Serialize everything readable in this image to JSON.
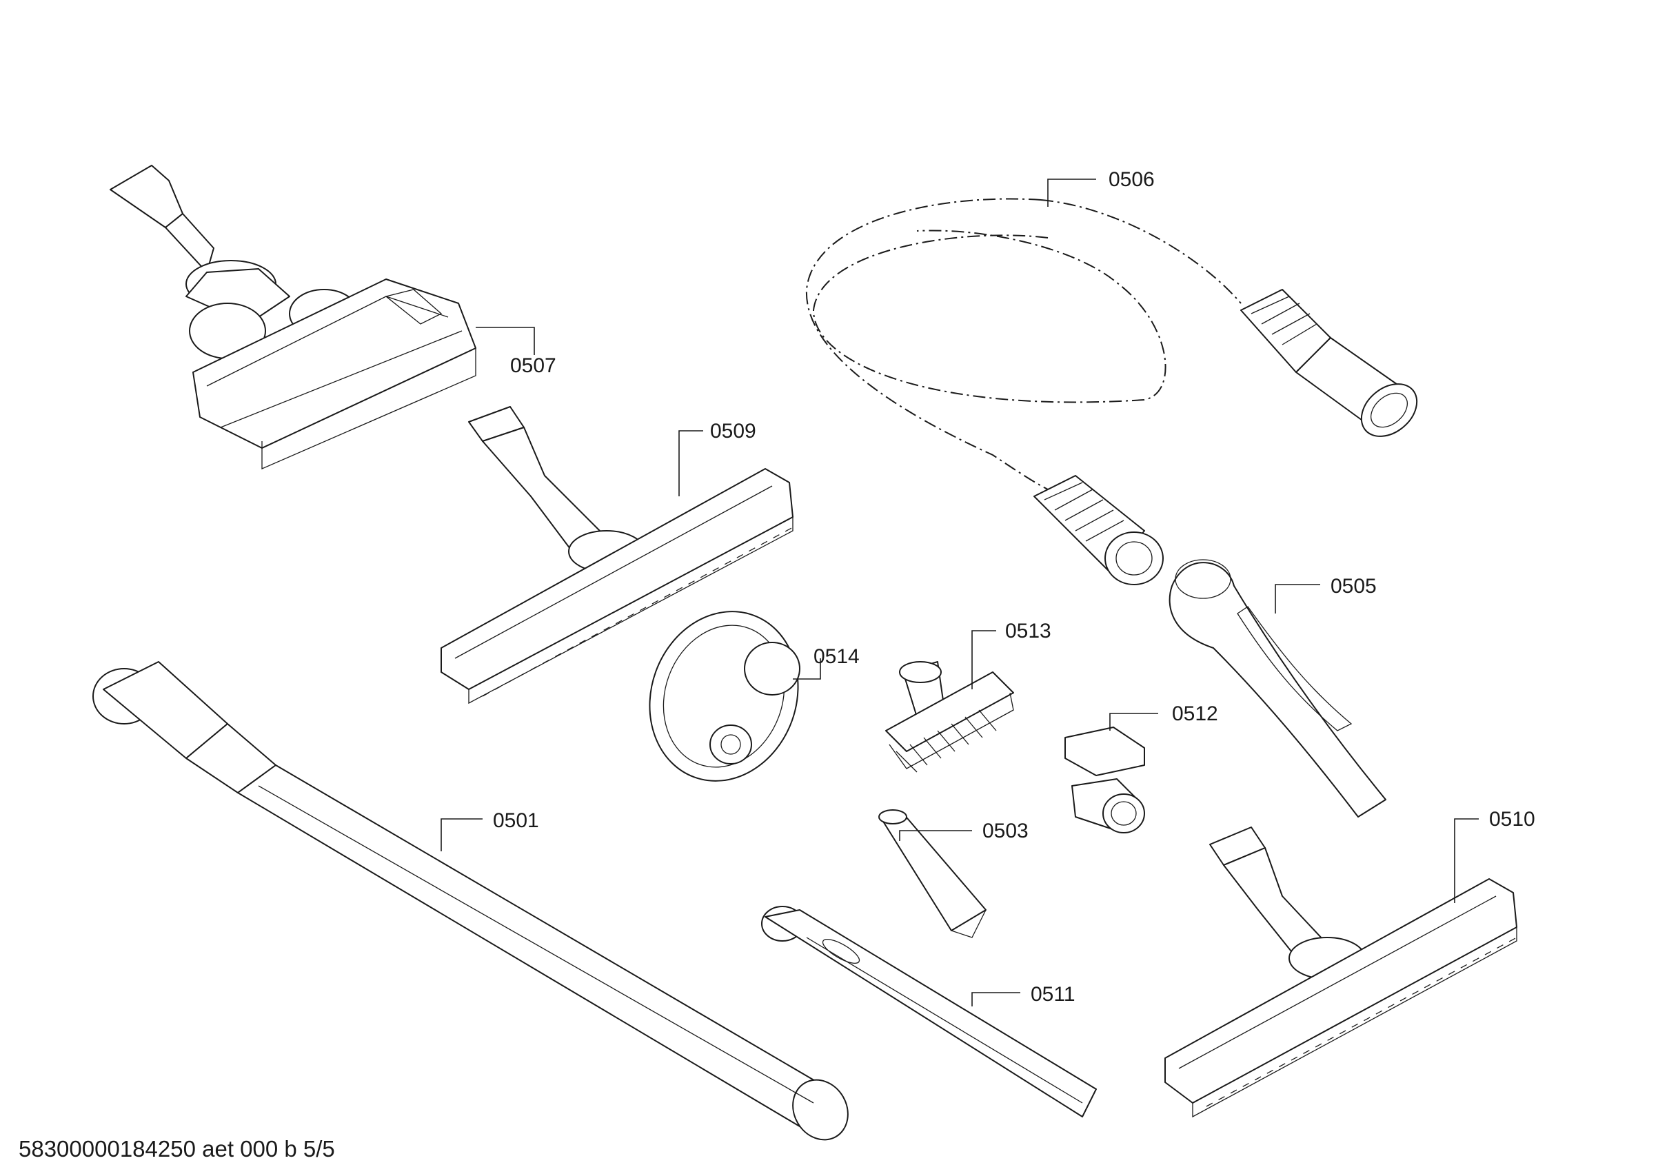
{
  "parts": [
    {
      "id": "p0501",
      "number": "0501"
    },
    {
      "id": "p0503",
      "number": "0503"
    },
    {
      "id": "p0505",
      "number": "0505"
    },
    {
      "id": "p0506",
      "number": "0506"
    },
    {
      "id": "p0507",
      "number": "0507"
    },
    {
      "id": "p0509",
      "number": "0509"
    },
    {
      "id": "p0510",
      "number": "0510"
    },
    {
      "id": "p0511",
      "number": "0511"
    },
    {
      "id": "p0512",
      "number": "0512"
    },
    {
      "id": "p0513",
      "number": "0513"
    },
    {
      "id": "p0514",
      "number": "0514"
    }
  ],
  "footer": {
    "text": "58300000184250 aet 000 b 5/5"
  }
}
